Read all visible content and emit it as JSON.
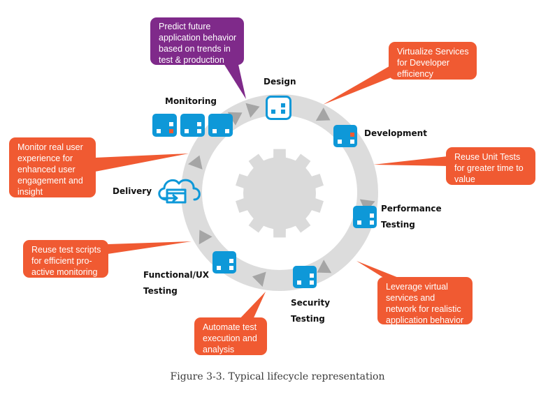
{
  "colors": {
    "orange": "#f05a32",
    "purple": "#7f2a8a",
    "blue": "#0e98d8",
    "ring": "#dcdcdc",
    "arrow": "#a5a5a5",
    "gear": "#dadada",
    "red_square": "#f05a32"
  },
  "stages": {
    "design": "Design",
    "development": "Development",
    "performance_line1": "Performance",
    "performance_line2": "Testing",
    "security_line1": "Security",
    "security_line2": "Testing",
    "functional_line1": "Functional/UX",
    "functional_line2": "Testing",
    "delivery": "Delivery",
    "monitoring": "Monitoring"
  },
  "callouts": {
    "predict": [
      "Predict future",
      "application behavior",
      "based on trends in",
      "test & production"
    ],
    "virtualize": [
      "Virtualize Services",
      "for Developer",
      "efficiency"
    ],
    "reuse_unit": [
      "Reuse Unit Tests",
      "for greater  time to",
      "value"
    ],
    "leverage": [
      "Leverage virtual",
      "services and",
      "network for realistic",
      "application behavior"
    ],
    "automate": [
      "Automate test",
      "execution and",
      "analysis"
    ],
    "reuse_scripts": [
      "Reuse test scripts",
      "for efficient pro-",
      "active monitoring"
    ],
    "monitor_real": [
      "Monitor real user",
      "experience for",
      "enhanced user",
      "engagement and",
      "insight"
    ]
  },
  "caption": "Figure 3-3. Typical lifecycle representation"
}
